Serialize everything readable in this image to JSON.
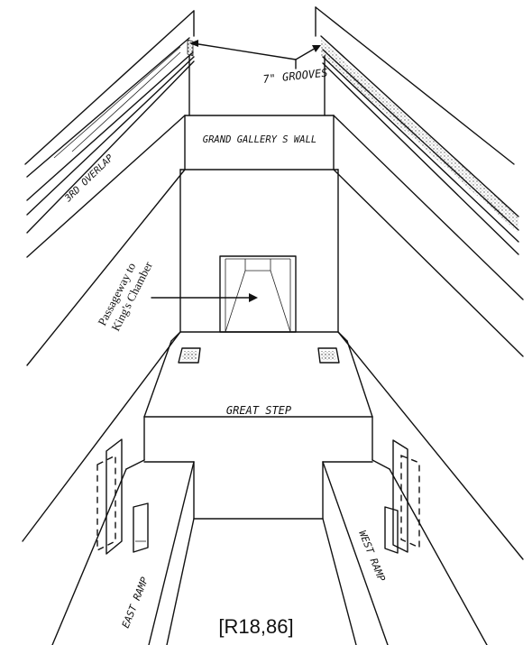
{
  "labels": {
    "grooves": "7\" GROOVES",
    "south_wall": "GRAND GALLERY S WALL",
    "third_overlap": "3RD OVERLAP",
    "passage_line1": "Passageway to",
    "passage_line2": "King's Chamber",
    "great_step": "GREAT STEP",
    "east_ramp": "EAST RAMP",
    "west_ramp": "WEST RAMP",
    "caption": "[R18,86]"
  }
}
